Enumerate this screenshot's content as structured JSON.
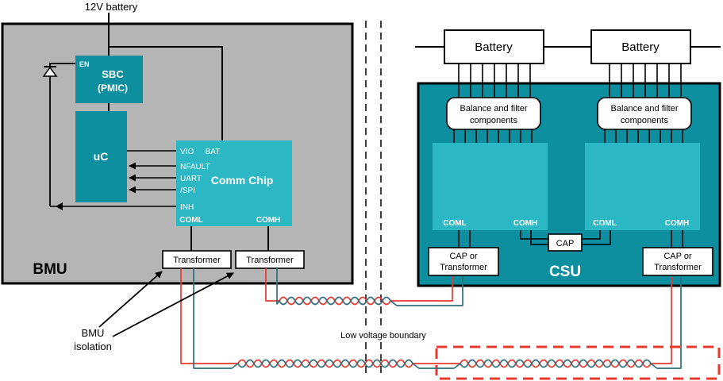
{
  "colors": {
    "bmu_fill": "#b5b5b5",
    "block_teal_dark": "#0e8f9f",
    "block_teal_light": "#2cb7c5",
    "wire_red": "#e8392f",
    "wire_blue": "#2e6f7d",
    "outline": "#000000",
    "box_white": "#ffffff"
  },
  "top": {
    "battery_12v": "12V battery"
  },
  "boundary": {
    "label": "Low voltage boundary"
  },
  "bmu": {
    "title": "BMU",
    "sbc_en": "EN",
    "sbc_line1": "SBC",
    "sbc_line2": "(PMIC)",
    "uc": "uC",
    "comm_chip": "Comm Chip",
    "pin_vio": "VIO",
    "pin_bat": "BAT",
    "pin_nfault": "NFAULT",
    "pin_uart": "UART",
    "pin_spi": "/SPI",
    "pin_inh": "INH",
    "pin_coml": "COML",
    "pin_comh": "COMH",
    "transformer_left": "Transformer",
    "transformer_right": "Transformer",
    "isolation_line1": "BMU",
    "isolation_line2": "isolation"
  },
  "csu": {
    "title": "CSU",
    "battery_left": "Battery",
    "battery_right": "Battery",
    "balance_line1": "Balance and filter",
    "balance_line2": "components",
    "chip_left_coml": "COML",
    "chip_left_comh": "COMH",
    "chip_right_coml": "COML",
    "chip_right_comh": "COMH",
    "cap": "CAP",
    "captrans_line1": "CAP or",
    "captrans_line2": "Transformer"
  }
}
